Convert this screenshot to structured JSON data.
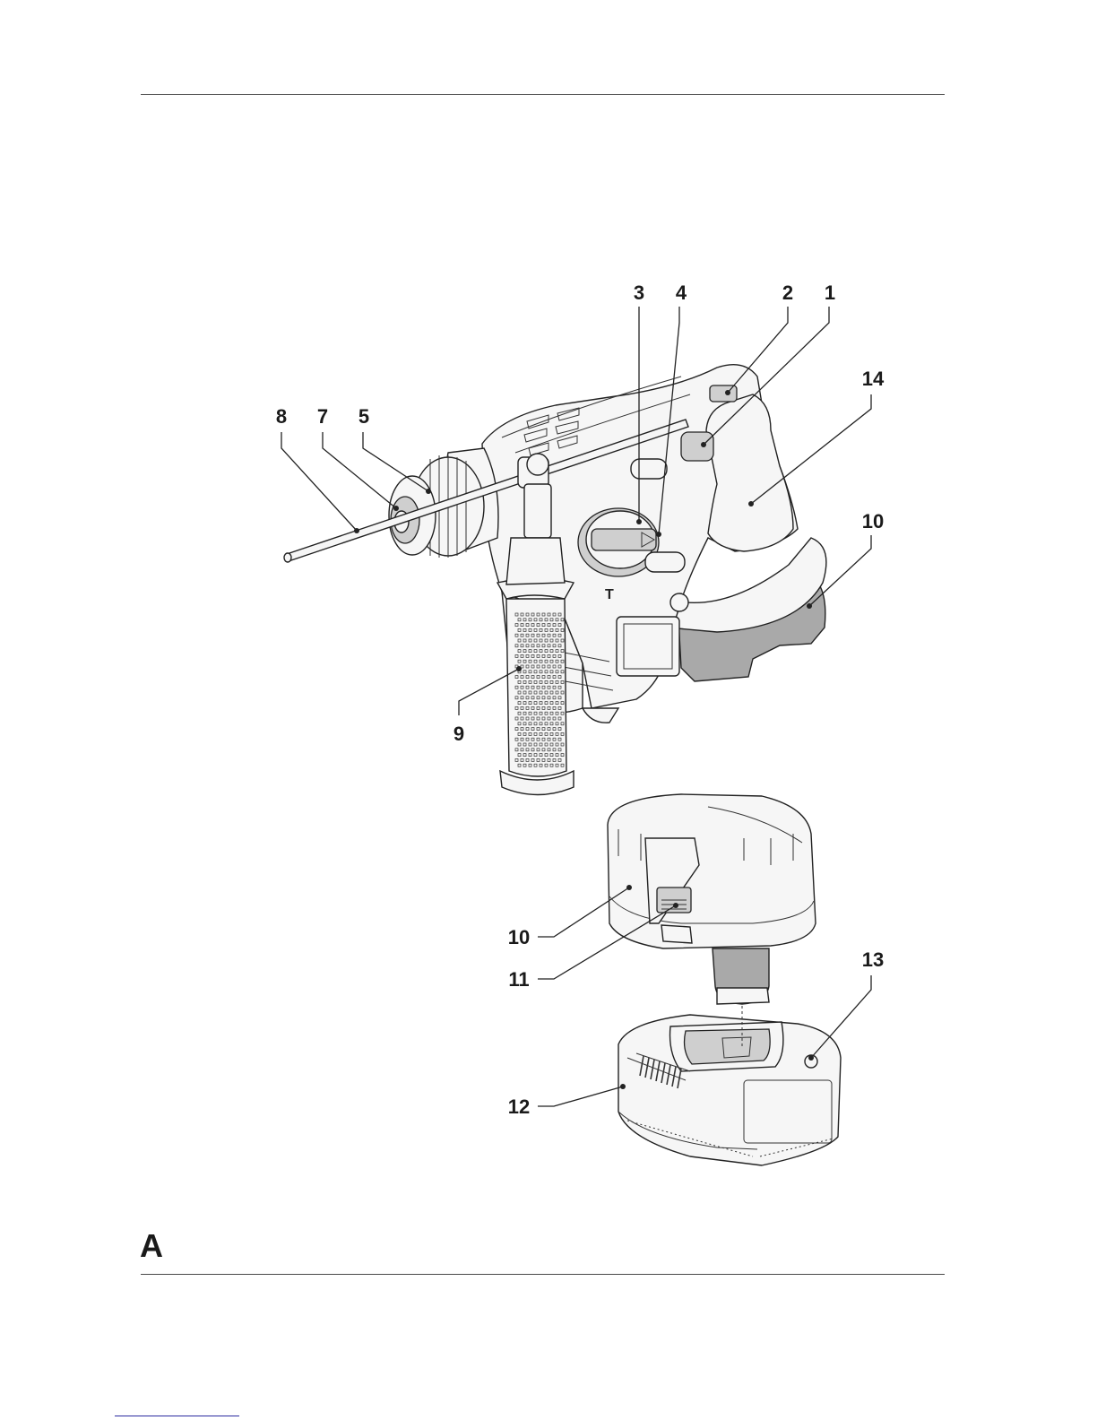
{
  "figure": {
    "letter": "A",
    "callouts": {
      "c1": "1",
      "c2": "2",
      "c3": "3",
      "c4": "4",
      "c5": "5",
      "c7": "7",
      "c8": "8",
      "c9": "9",
      "c10a": "10",
      "c10b": "10",
      "c11": "11",
      "c12": "12",
      "c13": "13",
      "c14": "14"
    }
  }
}
